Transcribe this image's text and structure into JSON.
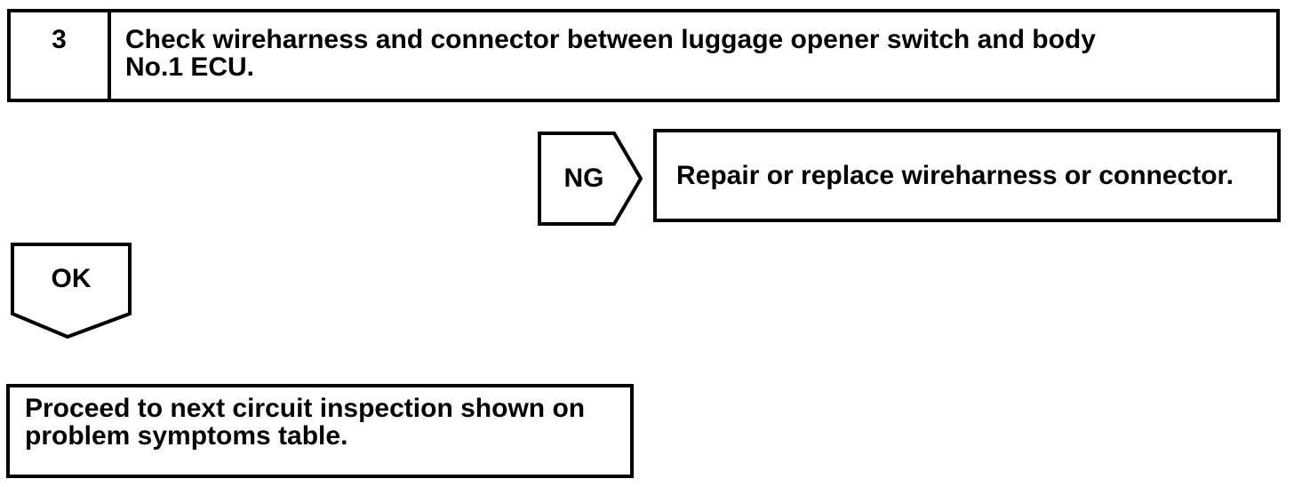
{
  "colors": {
    "ink": "#000000",
    "paper": "#ffffff"
  },
  "flowchart": {
    "step": {
      "number": "3",
      "instruction_lines": [
        "Check wireharness and connector between luggage opener switch and body",
        "No.1 ECU."
      ]
    },
    "ng_branch": {
      "label": "NG",
      "action": "Repair or replace wireharness or connector."
    },
    "ok_branch": {
      "label": "OK",
      "action_lines": [
        "Proceed to next circuit inspection shown on",
        "problem symptoms table."
      ]
    }
  }
}
